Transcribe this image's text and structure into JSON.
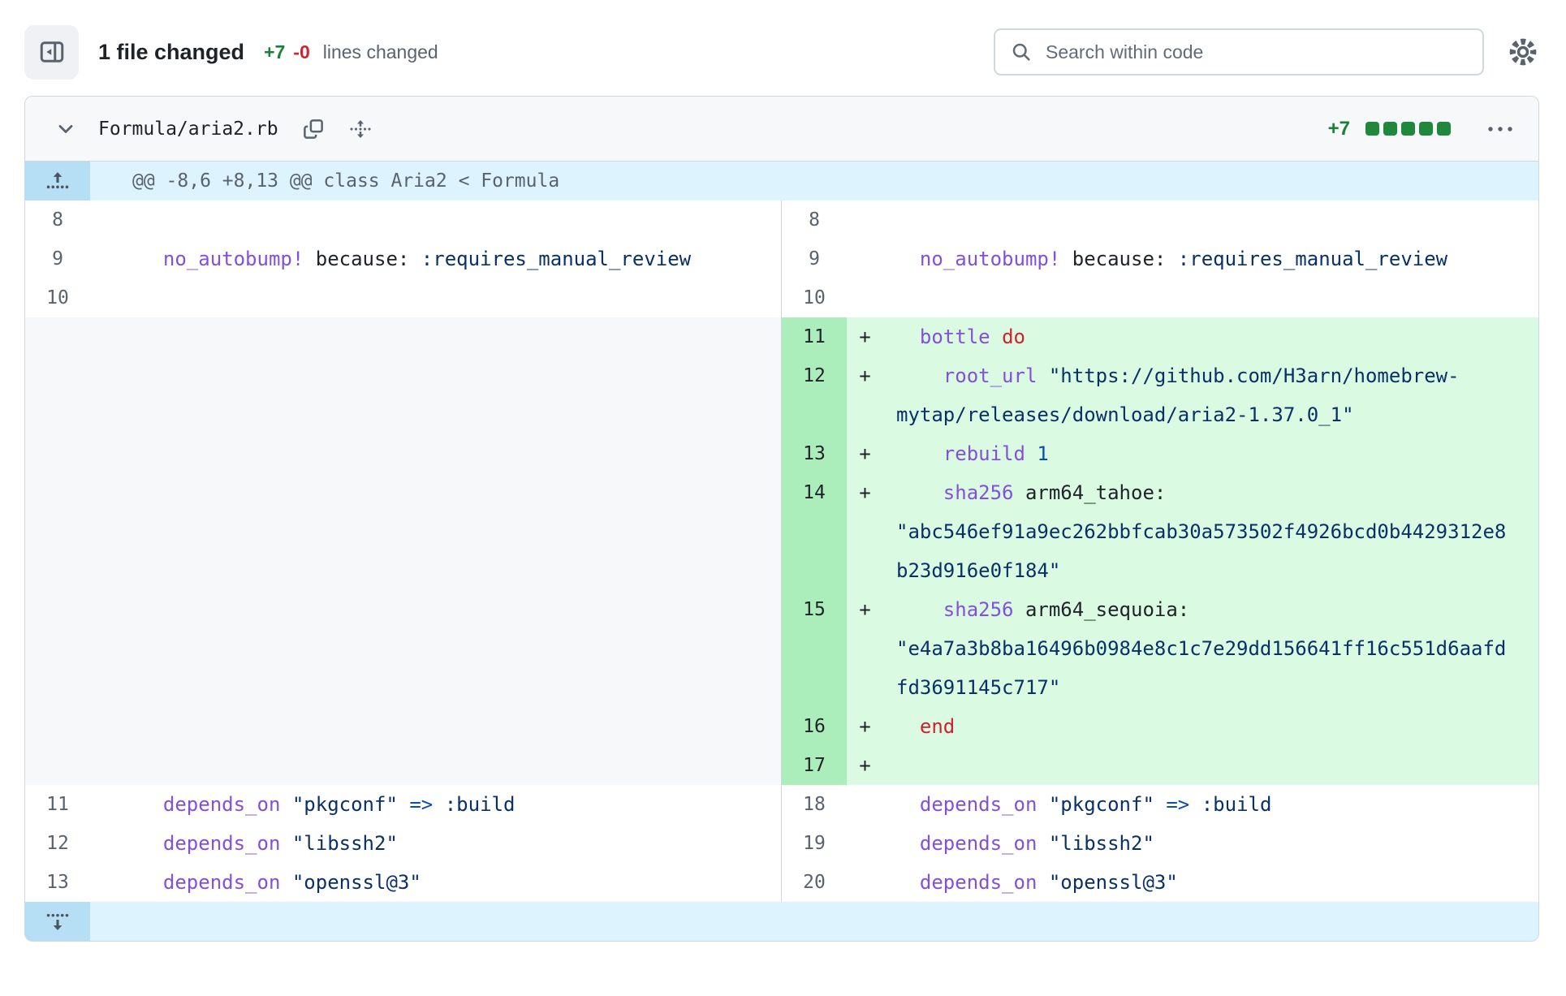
{
  "header": {
    "title": "1 file changed",
    "additions": "+7",
    "deletions": "-0",
    "lines_changed_label": "lines changed",
    "search": {
      "placeholder": "Search within code",
      "value": ""
    }
  },
  "icons": {
    "collapse": "sidebar-collapse",
    "search": "magnifier",
    "settings": "gear",
    "file_toggle": "chevron-down",
    "copy": "copy",
    "reorder": "unfold-vertical-arrows",
    "hunk_expand": "fold-up-arrow-dots",
    "bottom_expand": "fold-down-dots-arrow",
    "file_menu": "kebab-horizontal"
  },
  "colors": {
    "addition_text": "#1a7f37",
    "deletion_text": "#d1242f",
    "diffstat_block": "#1f883d",
    "add_line_bg": "#dafbe1",
    "add_num_bg": "#aceebb",
    "hunk_bg": "#ddf4ff",
    "hunk_button_bg": "#b6dff5",
    "filler_bg": "#f6f8fa",
    "border": "#d0d7de"
  },
  "file": {
    "name": "Formula/aria2.rb",
    "additions_badge": "+7",
    "diffstat_blocks": 5,
    "hunk_header": "@@ -8,6 +8,13 @@ class Aria2 < Formula"
  },
  "diff": {
    "add_marker": "+",
    "left": [
      {
        "num": "8",
        "kind": "context",
        "code": []
      },
      {
        "num": "9",
        "kind": "context",
        "code": [
          [
            "plain",
            "  "
          ],
          [
            "entity",
            "no_autobump!"
          ],
          [
            "plain",
            " because: "
          ],
          [
            "string",
            ":requires_manual_review"
          ]
        ]
      },
      {
        "num": "10",
        "kind": "context",
        "code": []
      },
      {
        "kind": "filler",
        "visual_lines": 12
      },
      {
        "num": "11",
        "kind": "context",
        "code": [
          [
            "plain",
            "  "
          ],
          [
            "entity",
            "depends_on"
          ],
          [
            "plain",
            " "
          ],
          [
            "string",
            "\"pkgconf\""
          ],
          [
            "plain",
            " "
          ],
          [
            "const",
            "=>"
          ],
          [
            "plain",
            " "
          ],
          [
            "string",
            ":build"
          ]
        ]
      },
      {
        "num": "12",
        "kind": "context",
        "code": [
          [
            "plain",
            "  "
          ],
          [
            "entity",
            "depends_on"
          ],
          [
            "plain",
            " "
          ],
          [
            "string",
            "\"libssh2\""
          ]
        ]
      },
      {
        "num": "13",
        "kind": "context",
        "code": [
          [
            "plain",
            "  "
          ],
          [
            "entity",
            "depends_on"
          ],
          [
            "plain",
            " "
          ],
          [
            "string",
            "\"openssl@3\""
          ]
        ]
      }
    ],
    "right": [
      {
        "num": "8",
        "kind": "context",
        "code": []
      },
      {
        "num": "9",
        "kind": "context",
        "code": [
          [
            "plain",
            "  "
          ],
          [
            "entity",
            "no_autobump!"
          ],
          [
            "plain",
            " because: "
          ],
          [
            "string",
            ":requires_manual_review"
          ]
        ]
      },
      {
        "num": "10",
        "kind": "context",
        "code": []
      },
      {
        "num": "11",
        "kind": "add",
        "code": [
          [
            "plain",
            "  "
          ],
          [
            "entity",
            "bottle"
          ],
          [
            "plain",
            " "
          ],
          [
            "keyword",
            "do"
          ]
        ]
      },
      {
        "num": "12",
        "kind": "add",
        "code": [
          [
            "plain",
            "    "
          ],
          [
            "entity",
            "root_url"
          ],
          [
            "plain",
            " "
          ],
          [
            "string",
            "\"https://github.com/H3arn/homebrew-mytap/releases/download/aria2-1.37.0_1\""
          ]
        ]
      },
      {
        "num": "13",
        "kind": "add",
        "code": [
          [
            "plain",
            "    "
          ],
          [
            "entity",
            "rebuild"
          ],
          [
            "plain",
            " "
          ],
          [
            "const",
            "1"
          ]
        ]
      },
      {
        "num": "14",
        "kind": "add",
        "code": [
          [
            "plain",
            "    "
          ],
          [
            "entity",
            "sha256"
          ],
          [
            "plain",
            " arm64_tahoe: "
          ],
          [
            "string",
            "\"abc546ef91a9ec262bbfcab30a573502f4926bcd0b4429312e8b23d916e0f184\""
          ]
        ]
      },
      {
        "num": "15",
        "kind": "add",
        "code": [
          [
            "plain",
            "    "
          ],
          [
            "entity",
            "sha256"
          ],
          [
            "plain",
            " arm64_sequoia: "
          ],
          [
            "string",
            "\"e4a7a3b8ba16496b0984e8c1c7e29dd156641ff16c551d6aafdfd3691145c717\""
          ]
        ]
      },
      {
        "num": "16",
        "kind": "add",
        "code": [
          [
            "plain",
            "  "
          ],
          [
            "keyword",
            "end"
          ]
        ]
      },
      {
        "num": "17",
        "kind": "add",
        "code": []
      },
      {
        "num": "18",
        "kind": "context",
        "code": [
          [
            "plain",
            "  "
          ],
          [
            "entity",
            "depends_on"
          ],
          [
            "plain",
            " "
          ],
          [
            "string",
            "\"pkgconf\""
          ],
          [
            "plain",
            " "
          ],
          [
            "const",
            "=>"
          ],
          [
            "plain",
            " "
          ],
          [
            "string",
            ":build"
          ]
        ]
      },
      {
        "num": "19",
        "kind": "context",
        "code": [
          [
            "plain",
            "  "
          ],
          [
            "entity",
            "depends_on"
          ],
          [
            "plain",
            " "
          ],
          [
            "string",
            "\"libssh2\""
          ]
        ]
      },
      {
        "num": "20",
        "kind": "context",
        "code": [
          [
            "plain",
            "  "
          ],
          [
            "entity",
            "depends_on"
          ],
          [
            "plain",
            " "
          ],
          [
            "string",
            "\"openssl@3\""
          ]
        ]
      }
    ]
  }
}
